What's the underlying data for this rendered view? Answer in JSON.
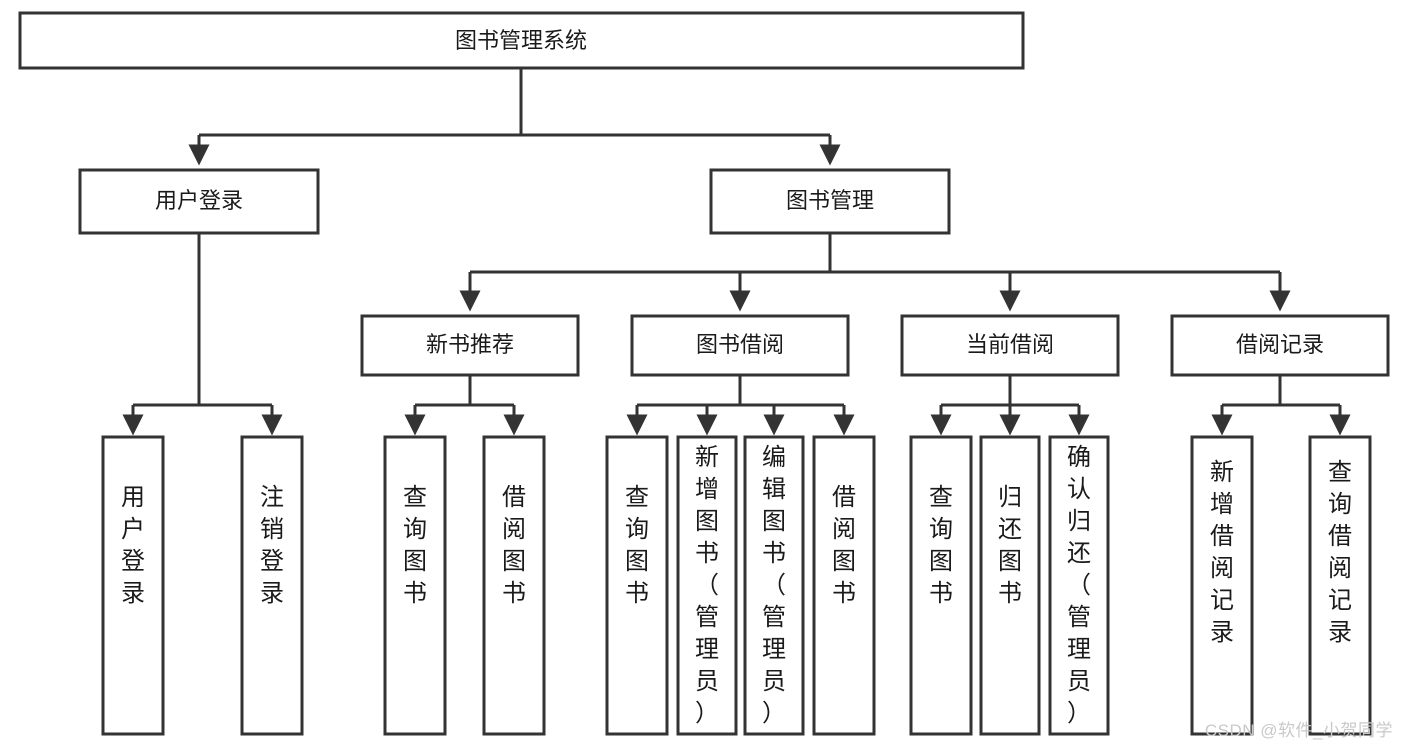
{
  "diagram": {
    "title": "图书管理系统",
    "type": "tree-hierarchy-chart",
    "watermark": "CSDN @软件_小贺同学",
    "colors": {
      "stroke": "#333333",
      "fill": "#ffffff",
      "text": "#1a1a1a",
      "watermark": "#c9c9c9"
    },
    "levels": [
      {
        "level": 1,
        "nodes": [
          {
            "id": "root",
            "label": "图书管理系统",
            "orientation": "horizontal"
          }
        ]
      },
      {
        "level": 2,
        "nodes": [
          {
            "id": "login",
            "label": "用户登录",
            "orientation": "horizontal",
            "parent": "root"
          },
          {
            "id": "bookmgmt",
            "label": "图书管理",
            "orientation": "horizontal",
            "parent": "root"
          }
        ]
      },
      {
        "level": 3,
        "nodes": [
          {
            "id": "newbook",
            "label": "新书推荐",
            "orientation": "horizontal",
            "parent": "bookmgmt"
          },
          {
            "id": "borrow",
            "label": "图书借阅",
            "orientation": "horizontal",
            "parent": "bookmgmt"
          },
          {
            "id": "current",
            "label": "当前借阅",
            "orientation": "horizontal",
            "parent": "bookmgmt"
          },
          {
            "id": "records",
            "label": "借阅记录",
            "orientation": "horizontal",
            "parent": "bookmgmt"
          }
        ]
      },
      {
        "level": 4,
        "nodes": [
          {
            "id": "leaf-user-login",
            "label": "用户登录",
            "orientation": "vertical",
            "parent": "login"
          },
          {
            "id": "leaf-user-logout",
            "label": "注销登录",
            "orientation": "vertical",
            "parent": "login"
          },
          {
            "id": "leaf-query-book-1",
            "label": "查询图书",
            "orientation": "vertical",
            "parent": "newbook"
          },
          {
            "id": "leaf-borrow-book-1",
            "label": "借阅图书",
            "orientation": "vertical",
            "parent": "newbook"
          },
          {
            "id": "leaf-query-book-2",
            "label": "查询图书",
            "orientation": "vertical",
            "parent": "borrow"
          },
          {
            "id": "leaf-add-book",
            "label": "新增图书（管理员）",
            "orientation": "vertical",
            "parent": "borrow"
          },
          {
            "id": "leaf-edit-book",
            "label": "编辑图书（管理员）",
            "orientation": "vertical",
            "parent": "borrow"
          },
          {
            "id": "leaf-borrow-book-2",
            "label": "借阅图书",
            "orientation": "vertical",
            "parent": "borrow"
          },
          {
            "id": "leaf-query-book-3",
            "label": "查询图书",
            "orientation": "vertical",
            "parent": "current"
          },
          {
            "id": "leaf-return-book",
            "label": "归还图书",
            "orientation": "vertical",
            "parent": "current"
          },
          {
            "id": "leaf-confirm-return",
            "label": "确认归还（管理员）",
            "orientation": "vertical",
            "parent": "current"
          },
          {
            "id": "leaf-add-record",
            "label": "新增借阅记录",
            "orientation": "vertical",
            "parent": "records"
          },
          {
            "id": "leaf-query-record",
            "label": "查询借阅记录",
            "orientation": "vertical",
            "parent": "records"
          }
        ]
      }
    ]
  }
}
